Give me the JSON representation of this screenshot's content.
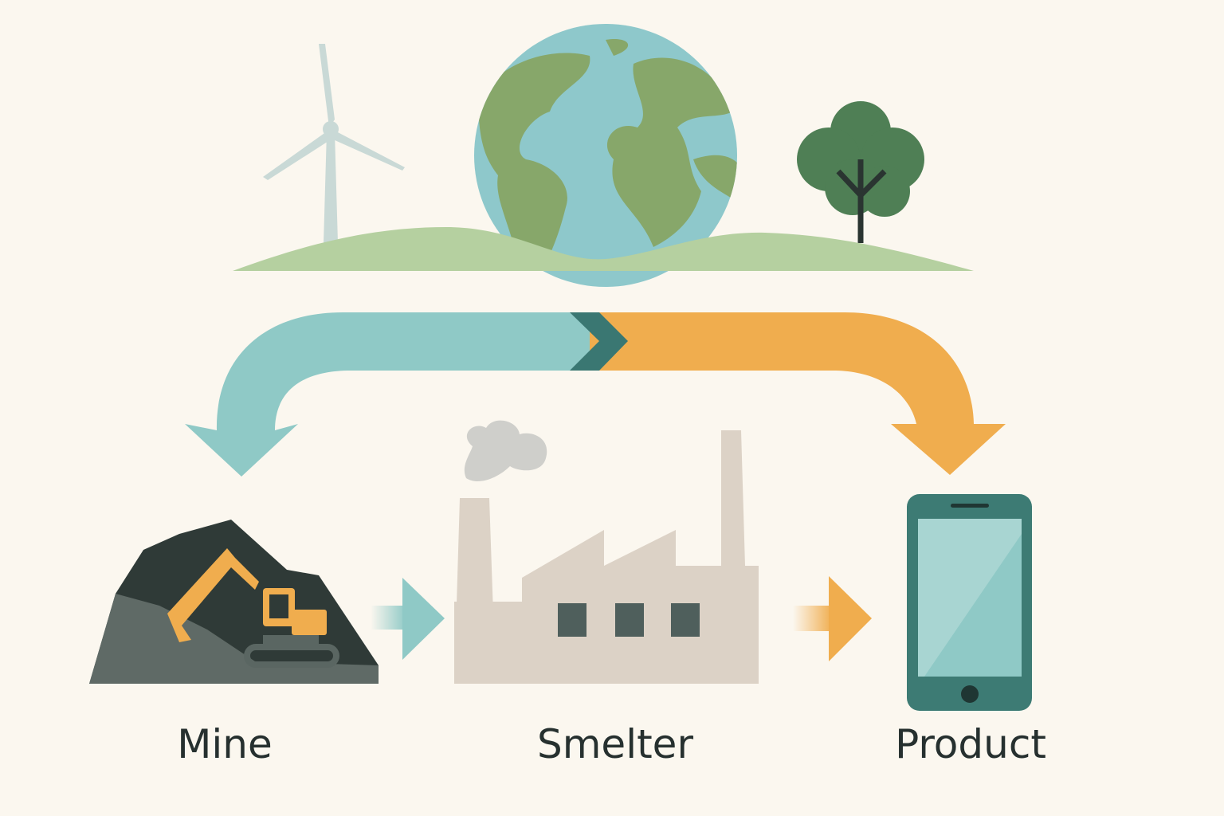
{
  "labels": {
    "mine": "Mine",
    "smelter": "Smelter",
    "product": "Product"
  },
  "colors": {
    "background": "#fbf7ef",
    "teal": "#8fc9c6",
    "dark_teal": "#3a7772",
    "orange": "#f0ad4e",
    "land": "#b5d0a0",
    "continent": "#87a76a",
    "tree": "#4f7f55",
    "factory": "#dcd2c6",
    "mine_dark": "#2f3a37"
  },
  "icons": [
    "wind-turbine-icon",
    "globe-icon",
    "tree-icon",
    "mine-icon",
    "excavator-icon",
    "factory-icon",
    "smartphone-icon",
    "arrow-right-icon",
    "cycle-arrow-icon"
  ]
}
